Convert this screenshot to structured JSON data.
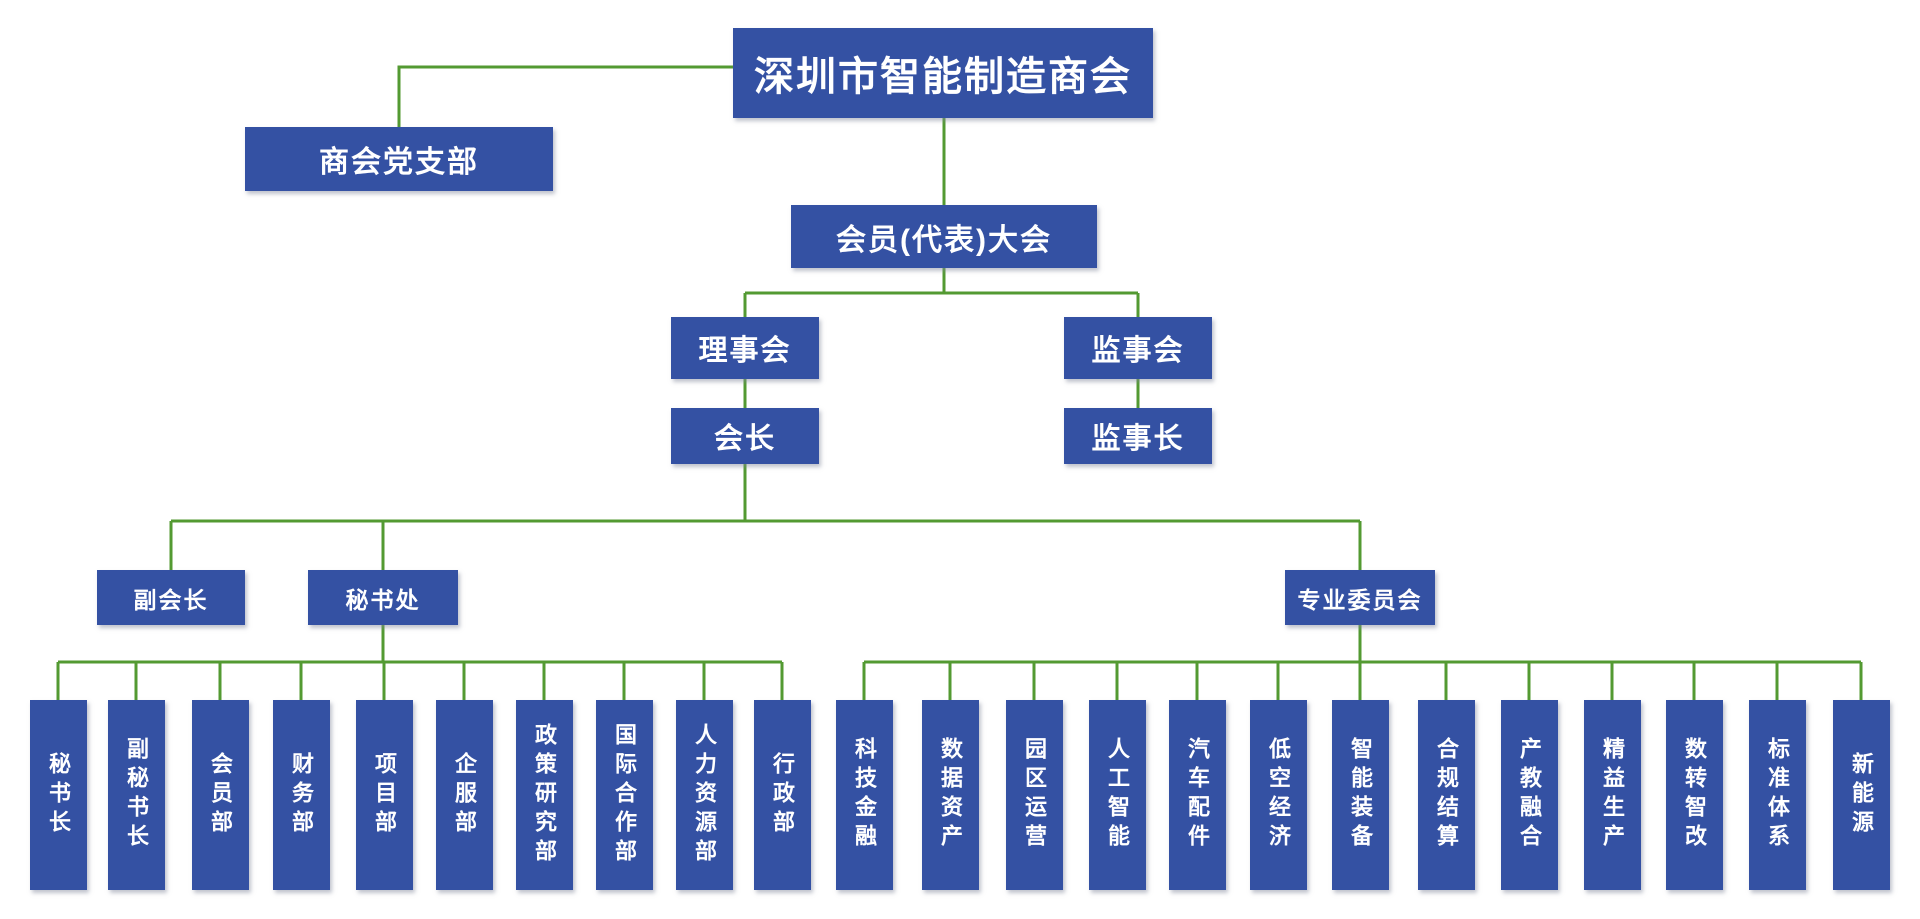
{
  "diagram_title": "深圳市智能制造商会",
  "colors": {
    "node_fill": "#3451a3",
    "connector_green": "#539a32",
    "node_text": "#ffffff",
    "background": "#ffffff"
  },
  "nodes": {
    "root": "深圳市智能制造商会",
    "party_branch": "商会党支部",
    "member_assembly": "会员(代表)大会",
    "council": "理事会",
    "supervisory_board": "监事会",
    "president": "会长",
    "chief_supervisor": "监事长",
    "vice_president": "副会长",
    "secretariat": "秘书处",
    "professional_committees": "专业委员会",
    "secretariat_children": [
      "秘书长",
      "副秘书长",
      "会员部",
      "财务部",
      "项目部",
      "企服部",
      "政策研究部",
      "国际合作部",
      "人力资源部",
      "行政部"
    ],
    "committee_children": [
      "科技金融",
      "数据资产",
      "园区运营",
      "人工智能",
      "汽车配件",
      "低空经济",
      "智能装备",
      "合规结算",
      "产教融合",
      "精益生产",
      "数转智改",
      "标准体系",
      "新能源"
    ]
  }
}
